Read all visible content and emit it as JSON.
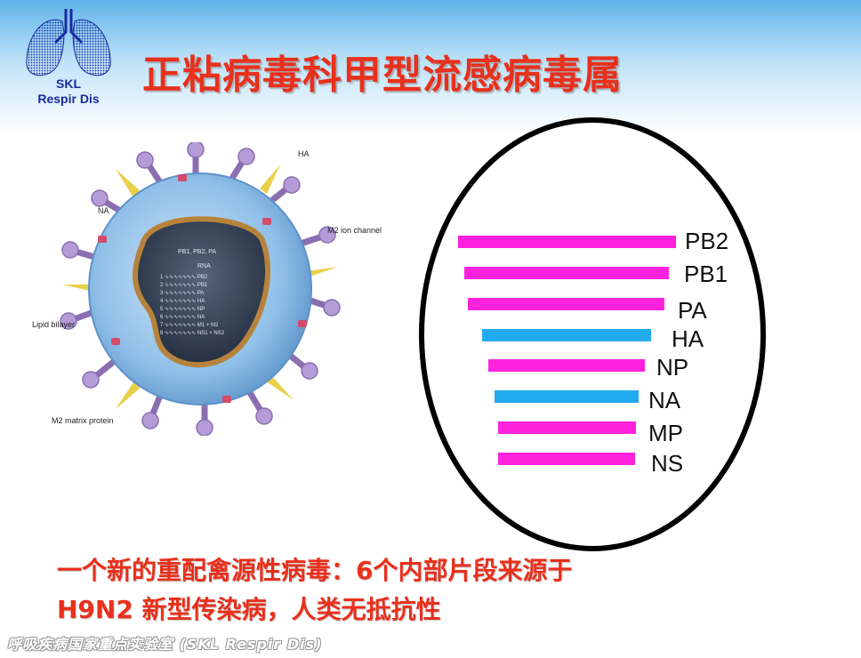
{
  "logo": {
    "line1": "SKL",
    "line2": "Respir Dis"
  },
  "title": "正粘病毒科甲型流感病毒属",
  "virus_labels": {
    "ha": "HA",
    "na": "NA",
    "m2_ion_channel": "M2 ion channel",
    "lipid_bilayer": "Lipid bilayer",
    "m2_matrix_protein": "M2 matrix protein",
    "polymerase": "PB1, PB2, PA",
    "rna": "RNA",
    "segments": [
      {
        "num": "1",
        "name": "PB2"
      },
      {
        "num": "2",
        "name": "PB1"
      },
      {
        "num": "3",
        "name": "PA"
      },
      {
        "num": "4",
        "name": "HA"
      },
      {
        "num": "5",
        "name": "NP"
      },
      {
        "num": "6",
        "name": "NA"
      },
      {
        "num": "7",
        "name": "M1 + M2"
      },
      {
        "num": "8",
        "name": "NS1 + NS2"
      }
    ]
  },
  "gene_segments": [
    {
      "name": "PB2",
      "color": "#ff22dd"
    },
    {
      "name": "PB1",
      "color": "#ff22dd"
    },
    {
      "name": "PA",
      "color": "#ff22dd"
    },
    {
      "name": "HA",
      "color": "#22aaee"
    },
    {
      "name": "NP",
      "color": "#ff22dd"
    },
    {
      "name": "NA",
      "color": "#22aaee"
    },
    {
      "name": "MP",
      "color": "#ff22dd"
    },
    {
      "name": "NS",
      "color": "#ff22dd"
    }
  ],
  "caption": {
    "line1": "一个新的重配禽源性病毒：6个内部片段来源于",
    "line2": "H9N2 新型传染病，人类无抵抗性"
  },
  "footer": "呼吸疾病国家重点实验室 (SKL Respir Dis)",
  "colors": {
    "title": "#e8301c",
    "human_origin": "#ff22dd",
    "avian_origin": "#22aaee"
  }
}
